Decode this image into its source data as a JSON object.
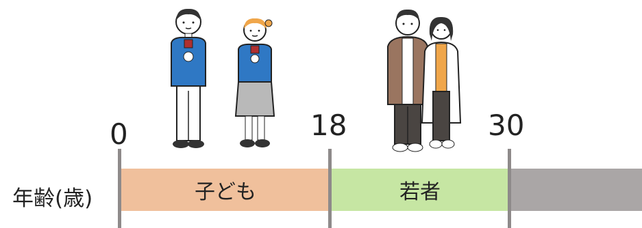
{
  "axis_label": "年齢(歳)",
  "ticks": [
    "0",
    "18",
    "30"
  ],
  "segments": [
    {
      "label": "子ども",
      "color": "#f0c09c"
    },
    {
      "label": "若者",
      "color": "#c6e6a3"
    },
    {
      "label": "",
      "color": "#aaa6a6"
    }
  ],
  "illustrations": {
    "children": [
      "boy-student-icon",
      "girl-student-icon"
    ],
    "youth": [
      "young-man-icon",
      "young-woman-icon"
    ]
  },
  "colors": {
    "divider": "#8e8a8a",
    "uniform_blue": "#2f78c4",
    "coat_brown": "#9a7560",
    "skirt_gray": "#b9b9b9"
  }
}
